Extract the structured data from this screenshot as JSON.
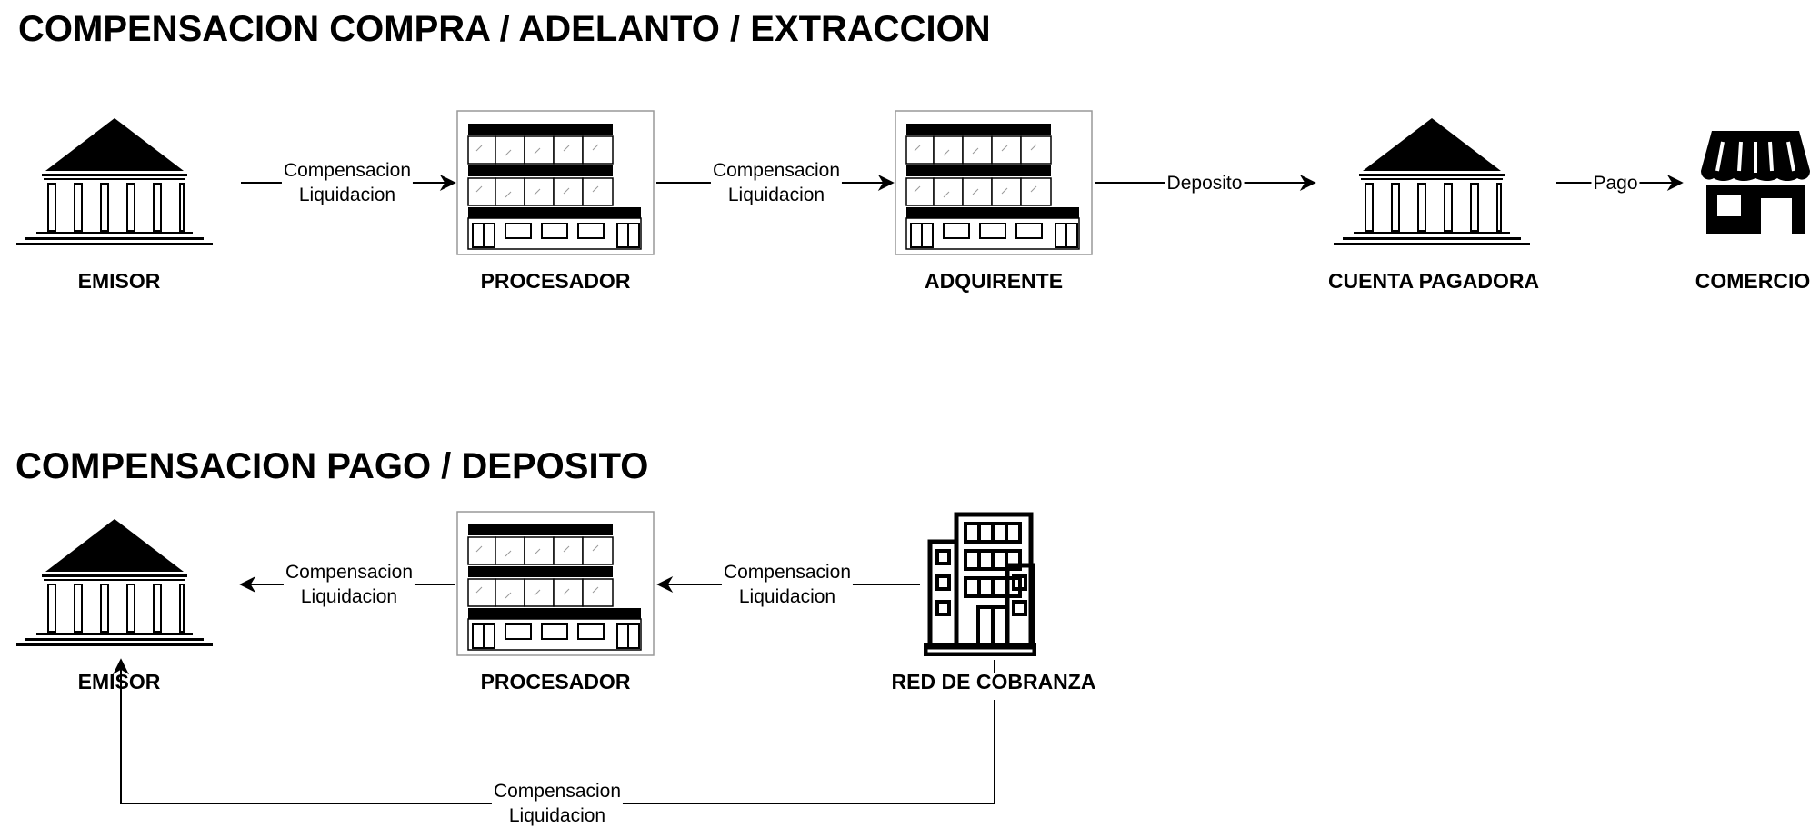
{
  "sections": {
    "top_title": "COMPENSACION COMPRA / ADELANTO / EXTRACCION",
    "bottom_title": "COMPENSACION PAGO / DEPOSITO"
  },
  "nodes": {
    "emisor_top": {
      "label": "EMISOR",
      "icon": "bank-icon"
    },
    "procesador_top": {
      "label": "PROCESADOR",
      "icon": "office-building-icon"
    },
    "adquirente": {
      "label": "ADQUIRENTE",
      "icon": "office-building-icon"
    },
    "cuenta_pagadora": {
      "label": "CUENTA PAGADORA",
      "icon": "bank-icon"
    },
    "comercio": {
      "label": "COMERCIO",
      "icon": "store-icon"
    },
    "emisor_bottom": {
      "label": "EMISOR",
      "icon": "bank-icon"
    },
    "procesador_bottom": {
      "label": "PROCESADOR",
      "icon": "office-building-icon"
    },
    "red_cobranza": {
      "label": "RED DE COBRANZA",
      "icon": "tall-building-icon"
    }
  },
  "edges": {
    "emisor_to_procesador": {
      "line1": "Compensacion",
      "line2": "Liquidacion"
    },
    "procesador_to_adquirente": {
      "line1": "Compensacion",
      "line2": "Liquidacion"
    },
    "adquirente_to_cuenta": {
      "text": "Deposito"
    },
    "cuenta_to_comercio": {
      "text": "Pago"
    },
    "procesador_to_emisor": {
      "line1": "Compensacion",
      "line2": "Liquidacion"
    },
    "red_to_procesador": {
      "line1": "Compensacion",
      "line2": "Liquidacion"
    },
    "red_to_emisor": {
      "line1": "Compensacion",
      "line2": "Liquidacion"
    }
  },
  "colors": {
    "ink": "#000000",
    "frame": "#999999",
    "background": "#ffffff"
  }
}
